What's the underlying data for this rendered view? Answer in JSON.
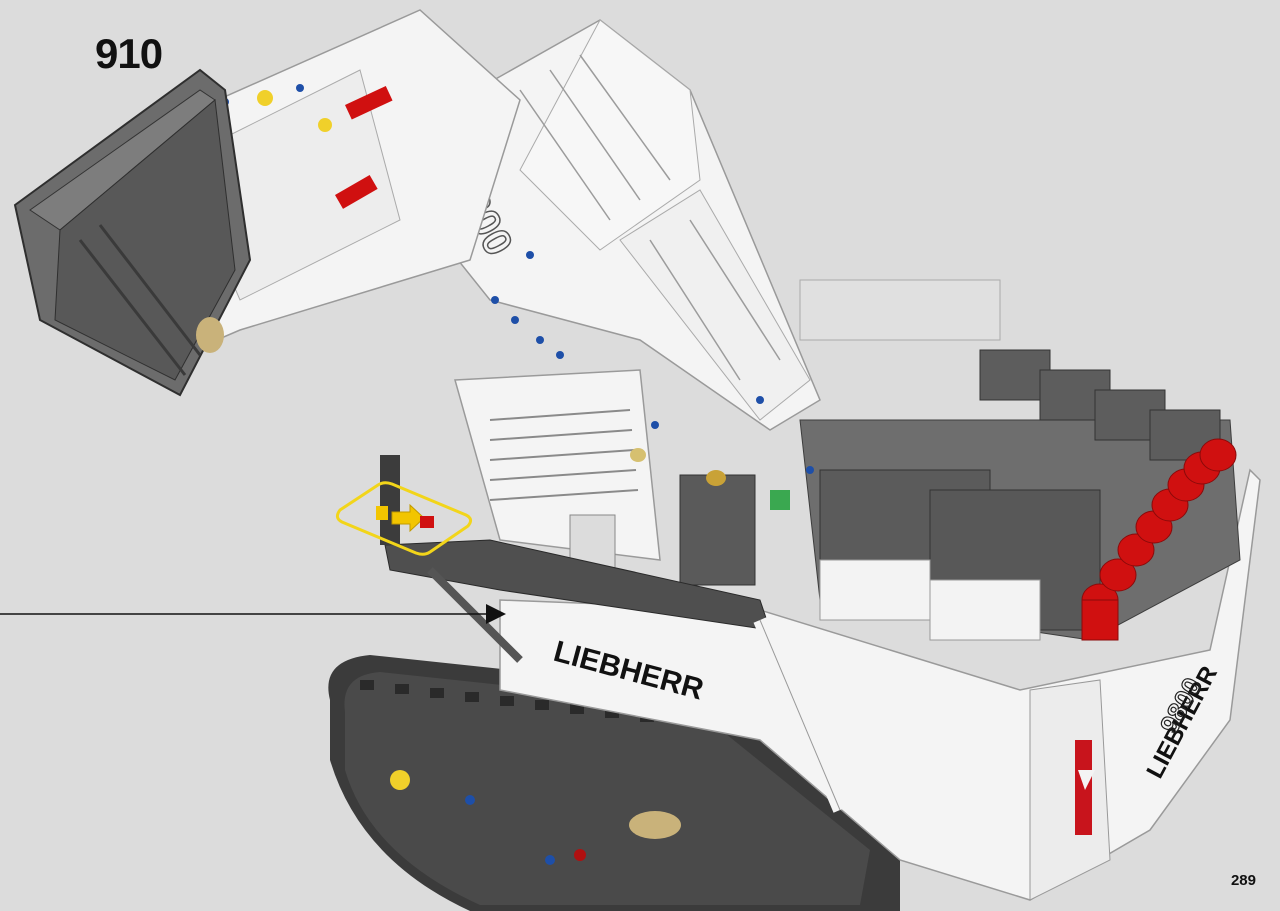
{
  "step": {
    "number": "910"
  },
  "page": {
    "number": "289"
  },
  "model": {
    "brand_text_side": "LIEBHERR",
    "brand_text_rear": "LIEBHERR",
    "model_number_boom": "9800",
    "model_number_rear": "9800"
  },
  "colors": {
    "background": "#dcdcdc",
    "highlight": "#f2d51a",
    "arrow": "#f2c500",
    "part_red": "#d01010",
    "body_white": "#f4f4f4",
    "dark_grey": "#555555",
    "pin_blue": "#1e4fa8"
  }
}
